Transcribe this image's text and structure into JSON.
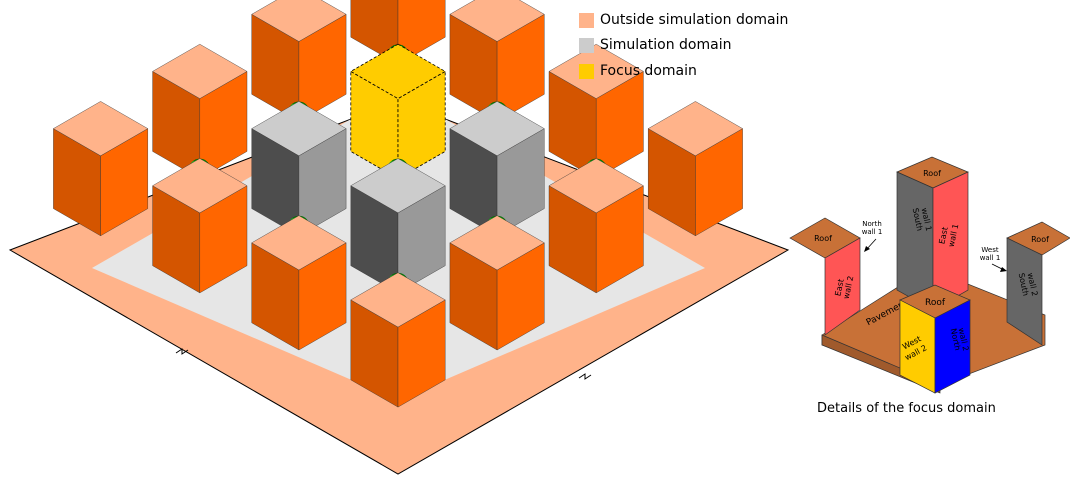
{
  "legend": [
    {
      "label": "Outside simulation domain",
      "color": "#ffb38a"
    },
    {
      "label": "Simulation domain",
      "color": "#cccccc"
    },
    {
      "label": "Focus domain",
      "color": "#ffcc00"
    }
  ],
  "detail": {
    "caption": "Details of the focus domain",
    "labels": {
      "roof_center": "Roof",
      "roof_left": "Roof",
      "roof_back": "Roof",
      "roof_right": "Roof",
      "south_wall_1_a": "South",
      "south_wall_1_b": "wall 1",
      "east_wall_1_a": "East",
      "east_wall_1_b": "wall 1",
      "east_wall_2_a": "East",
      "east_wall_2_b": "wall 2",
      "south_wall_2_a": "South",
      "south_wall_2_b": "wall 2",
      "west_wall_2_a": "West",
      "west_wall_2_b": "wall 2",
      "north_wall_2_a": "North",
      "north_wall_2_b": "wall 2",
      "north_wall_1_a": "North",
      "north_wall_1_b": "wall 1",
      "west_wall_1_a": "West",
      "west_wall_1_b": "wall 1",
      "pavement": "Pavement"
    }
  },
  "colors": {
    "outside": "#ffb38a",
    "outside_dark": "#d45500",
    "outside_mid": "#ff6600",
    "outside_face": "#ff7f2a",
    "sim_top": "#cccccc",
    "sim_light": "#999999",
    "sim_dark": "#4d4d4d",
    "sim_ground": "#e6e6e6",
    "focus": "#ffcc00",
    "pavement": "#c87137",
    "red_wall": "#ff5555",
    "yellow_wall": "#ffcc00",
    "blue_wall": "#0000ff",
    "grey_wall": "#666666",
    "tree": "#00aa00",
    "trunk": "#803300"
  }
}
